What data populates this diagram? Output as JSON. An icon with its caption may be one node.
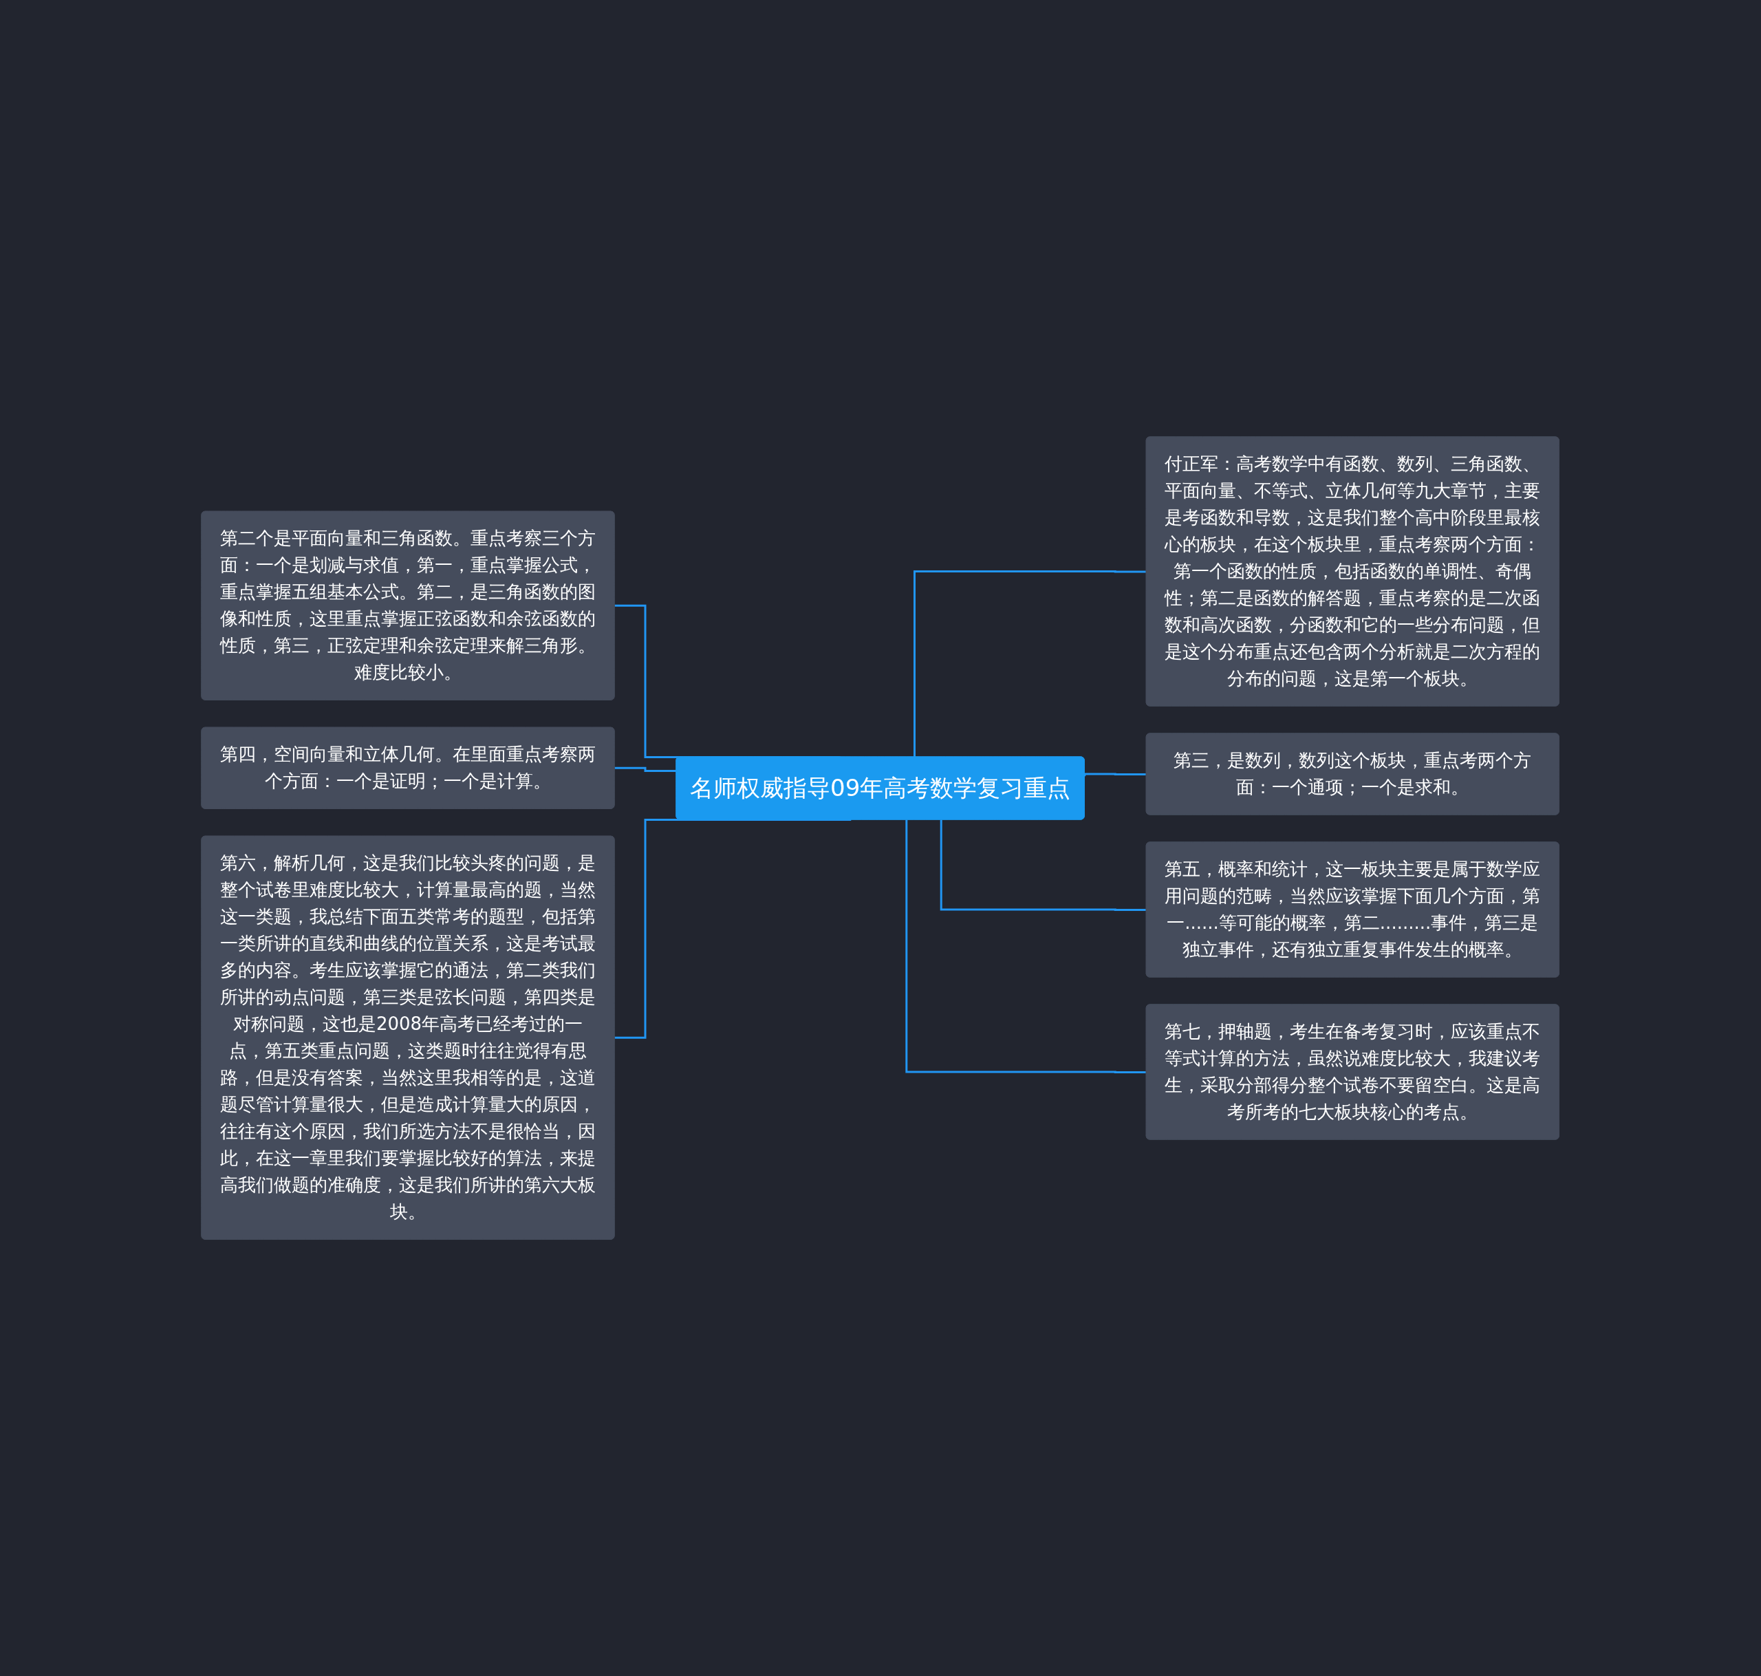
{
  "diagram": {
    "nodes": [
      {
        "text": [
          "名师权威指导09年高考数学复习重点"
        ]
      },
      {
        "text": [
          "第二个是平面向量和三角函数。重点考察三个方面：一个是划减与求值，第一，重点掌握公式，重点掌握五组基本公式。第二，是三角函数的图像和性质，这里重点掌握正弦函数和余弦函数的性质，第三，正弦定理和余弦定理来解三角形。难度比较小。"
        ]
      },
      {
        "text": [
          "第四，空间向量和立体几何。在里面重点考察两个方面：一个是证明；一个是计算。"
        ]
      },
      {
        "text": [
          "第六，解析几何，这是我们比较头疼的问题，是整个试卷里难度比较大，计算量最高的题，当然这一类题，我总结下面五类常考的题型，包括第一类所讲的直线和曲线的位置关系，这是考试最多的内容。考生应该掌握它的通法，第二类我们所讲的动点问题，第三类是弦长问题，第四类是对称问题，这也是2008年高考已经考过的一点，第五类重点问题，这类题时往往觉得有思路，但是没有答案，当然这里我相等的是，这道题尽管计算量很大，但是造成计算量大的原因，往往有这个原因，我们所选方法不是很恰当，因此，在这一章里我们要掌握比较好的算法，来提高我们做题的准确度，这是我们所讲的第六大板块。"
        ]
      },
      {
        "text": [
          "付正军：高考数学中有函数、数列、三角函数、平面向量、不等式、立体几何等九大章节，主要是考函数和导数，这是我们整个高中阶段里最核心的板块，在这个板块里，重点考察两个方面：第一个函数的性质，包括函数的单调性、奇偶性；第二是函数的解答题，重点考察的是二次函数和高次函数，分函数和它的一些分布问题，但是这个分布重点还包含两个分析就是二次方程的分布的问题，这是第一个板块。"
        ]
      },
      {
        "text": [
          "第三，是数列，数列这个板块，重点考两个方面：一个通项；一个是求和。"
        ]
      },
      {
        "text": [
          "第五，概率和统计，这一板块主要是属于数学应用问题的范畴，当然应该掌握下面几个方面，第一......等可能的概率，第二.........事件，第三是独立事件，还有独立重复事件发生的概率。"
        ]
      },
      {
        "text": [
          "第七，押轴题，考生在备考复习时，应该重点不等式计算的方法，虽然说难度比较大，我建议考生，采取分部得分整个试卷不要留空白。这是高考所考的七大板块核心的考点。"
        ]
      }
    ],
    "edges": [
      {
        "from": 0,
        "to": 1,
        "arrow": "none"
      },
      {
        "from": 0,
        "to": 2,
        "arrow": "none"
      },
      {
        "from": 0,
        "to": 3,
        "arrow": "none"
      },
      {
        "from": 0,
        "to": 4,
        "arrow": "none"
      },
      {
        "from": 0,
        "to": 5,
        "arrow": "none"
      },
      {
        "from": 0,
        "to": 6,
        "arrow": "none"
      },
      {
        "from": 0,
        "to": 7,
        "arrow": "none"
      }
    ]
  }
}
